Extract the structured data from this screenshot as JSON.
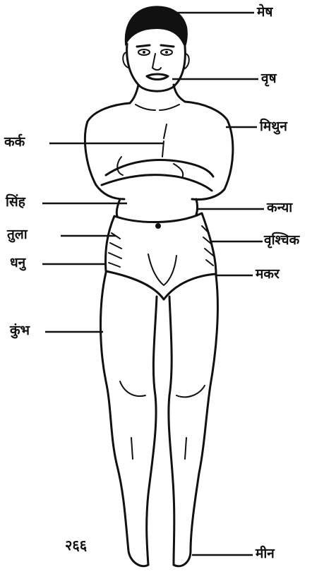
{
  "labels": {
    "mesh": "मेष",
    "vrish": "वृष",
    "mithun": "मिथुन",
    "kark": "कर्क",
    "singh": "सिंह",
    "kanya": "कन्या",
    "tula": "तुला",
    "vrishchik": "वृश्चिक",
    "dhanu": "धनु",
    "makar": "मकर",
    "kumbh": "कुंभ",
    "meen": "मीन"
  },
  "figure_number": "२६६"
}
